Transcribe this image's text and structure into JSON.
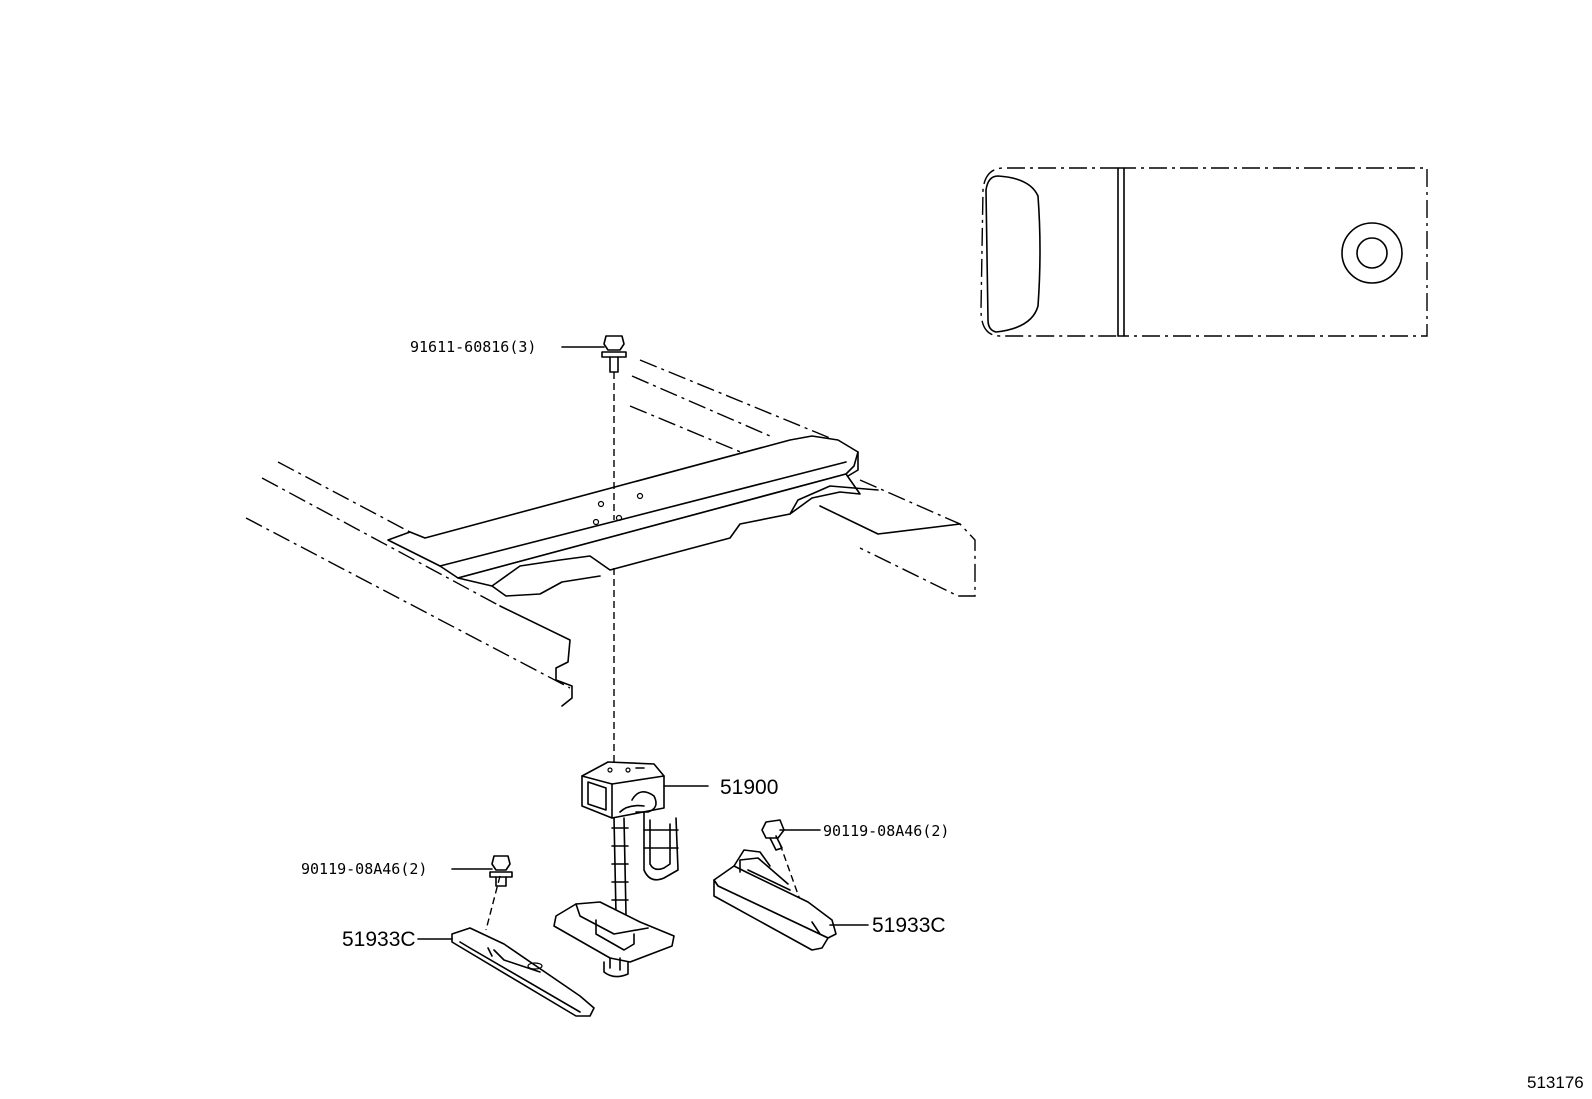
{
  "callouts": {
    "bolt_top": "91611-60816(3)",
    "bolt_right": "90119-08A46(2)",
    "bolt_left": "90119-08A46(2)",
    "carrier": "51900",
    "bracket_right": "51933C",
    "bracket_left": "51933C"
  },
  "reference_number": "513176"
}
